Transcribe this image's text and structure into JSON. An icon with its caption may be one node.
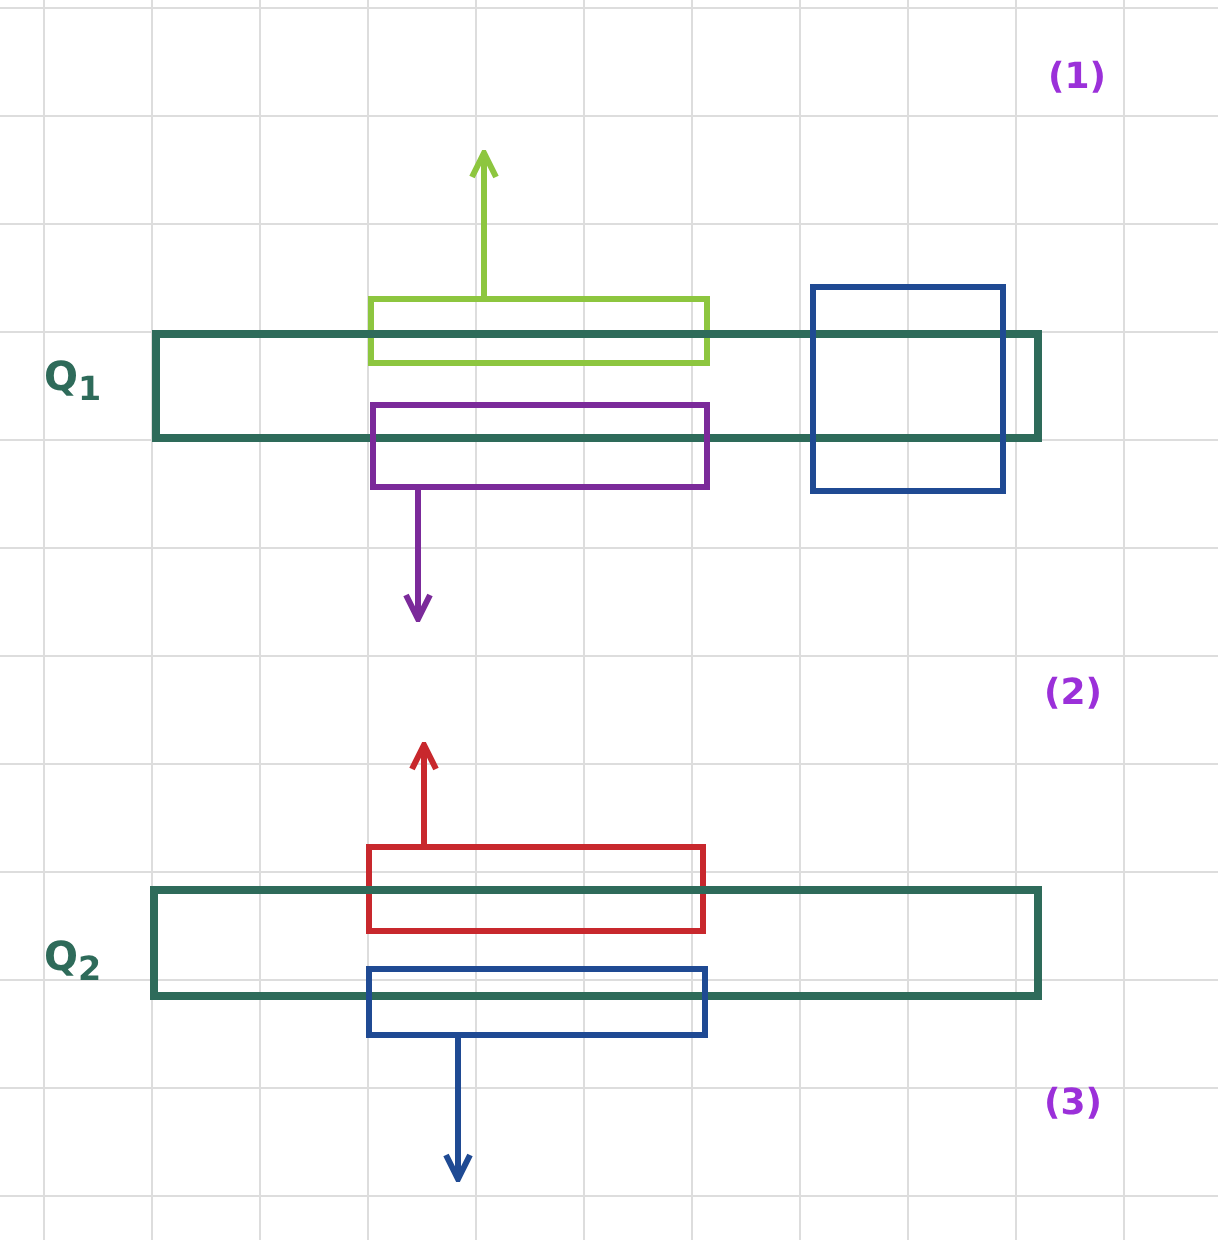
{
  "diagram": {
    "nodes": [
      {
        "text": [],
        "shape": "box"
      },
      {
        "text": [],
        "shape": "bar",
        "beside": [
          "Q$_{1}$"
        ]
      },
      {
        "text": [],
        "shape": "box"
      },
      {
        "text": [],
        "shape": "box"
      },
      {
        "text": [],
        "shape": "box"
      },
      {
        "text": [],
        "shape": "bar",
        "beside": [
          "Q$_{2}$"
        ]
      },
      {
        "text": [],
        "shape": "box"
      }
    ],
    "edges": [
      {
        "from": 0,
        "to": null,
        "arrow": "to",
        "color": "#8dc63f"
      },
      {
        "from": 3,
        "to": null,
        "arrow": "to",
        "color": "#7b2a9a"
      },
      {
        "from": 4,
        "to": null,
        "arrow": "to",
        "color": "#c8282d"
      },
      {
        "from": 6,
        "to": null,
        "arrow": "to",
        "color": "#1f4a93"
      }
    ],
    "labels": [
      "(1)",
      "(2)",
      "(3)"
    ]
  }
}
